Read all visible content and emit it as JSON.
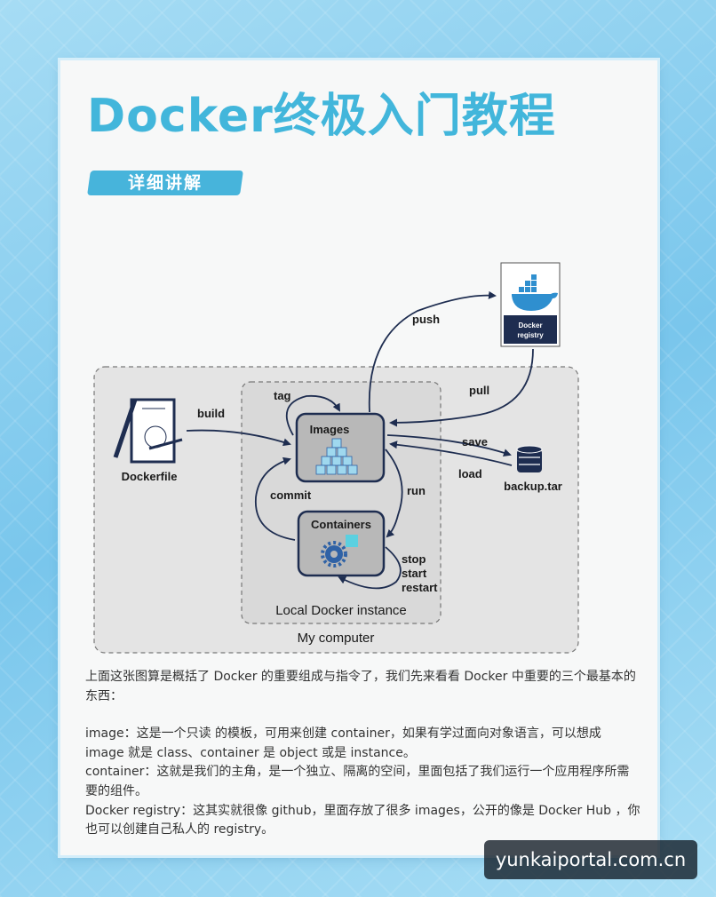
{
  "header": {
    "title": "Docker终极入门教程",
    "subtitle": "详细讲解"
  },
  "diagram": {
    "nodes": {
      "dockerfile": "Dockerfile",
      "images": "Images",
      "containers": "Containers",
      "registry_line1": "Docker",
      "registry_line2": "registry",
      "backup": "backup.tar",
      "local_instance": "Local Docker instance",
      "my_computer": "My computer"
    },
    "edges": {
      "build": "build",
      "tag": "tag",
      "push": "push",
      "pull": "pull",
      "save": "save",
      "load": "load",
      "commit": "commit",
      "run": "run",
      "stop": "stop",
      "start": "start",
      "restart": "restart"
    }
  },
  "description": {
    "intro": "上面这张图算是概括了 Docker 的重要组成与指令了，我们先来看看 Docker 中重要的三个最基本的东西：",
    "image": "image：这是一个只读 的模板，可用来创建 container，如果有学过面向对象语言，可以想成 image 就是 class、container 是 object 或是 instance。",
    "container": "container：这就是我们的主角，是一个独立、隔离的空间，里面包括了我们运行一个应用程序所需要的组件。",
    "registry": "Docker registry：这其实就很像 github，里面存放了很多 images，公开的像是 Docker Hub ，你也可以创建自己私人的 registry。"
  },
  "watermark": "yunkaiportal.com.cn",
  "colors": {
    "accent": "#42b6db",
    "navy": "#1e2d50",
    "node_gray": "#b8b8b8",
    "container_icon": "#2f62a6",
    "teal_square": "#5bd0e0"
  }
}
